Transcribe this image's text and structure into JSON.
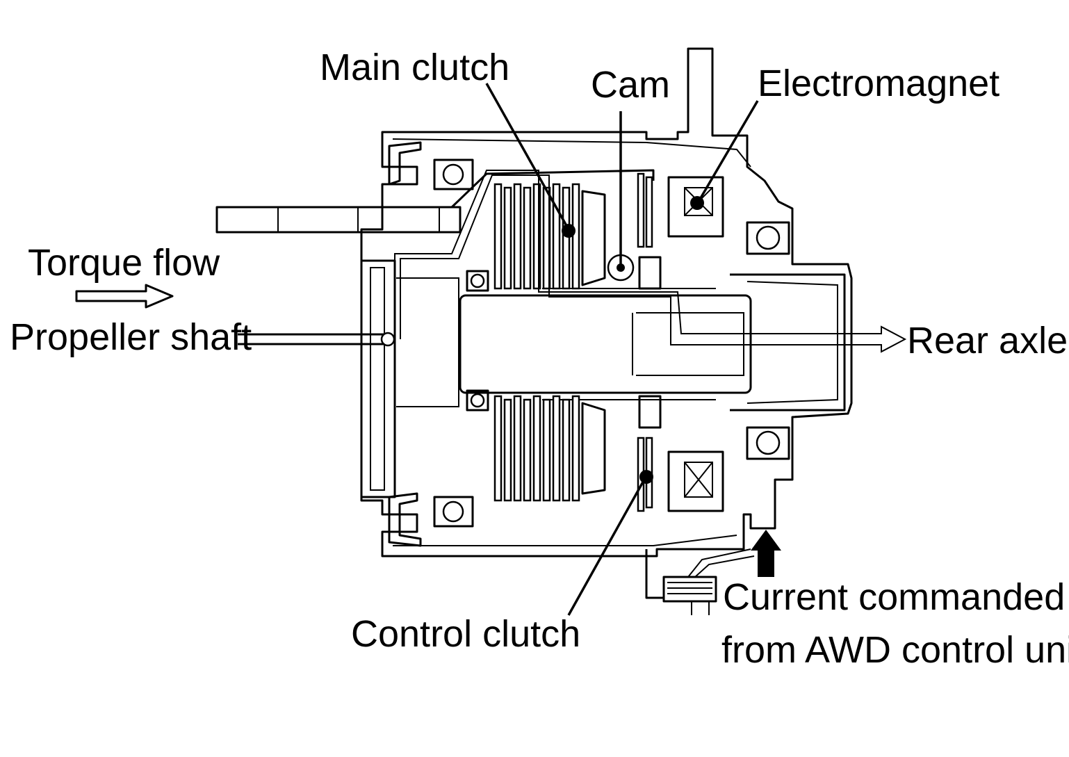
{
  "labels": {
    "main_clutch": "Main clutch",
    "cam": "Cam",
    "electromagnet": "Electromagnet",
    "torque_flow": "Torque flow",
    "propeller_shaft": "Propeller shaft",
    "rear_axle": "Rear axle",
    "control_clutch": "Control clutch",
    "current_line1": "Current commanded",
    "current_line2": "from AWD control unit"
  },
  "colors": {
    "ink": "#000000",
    "paper": "#ffffff"
  }
}
